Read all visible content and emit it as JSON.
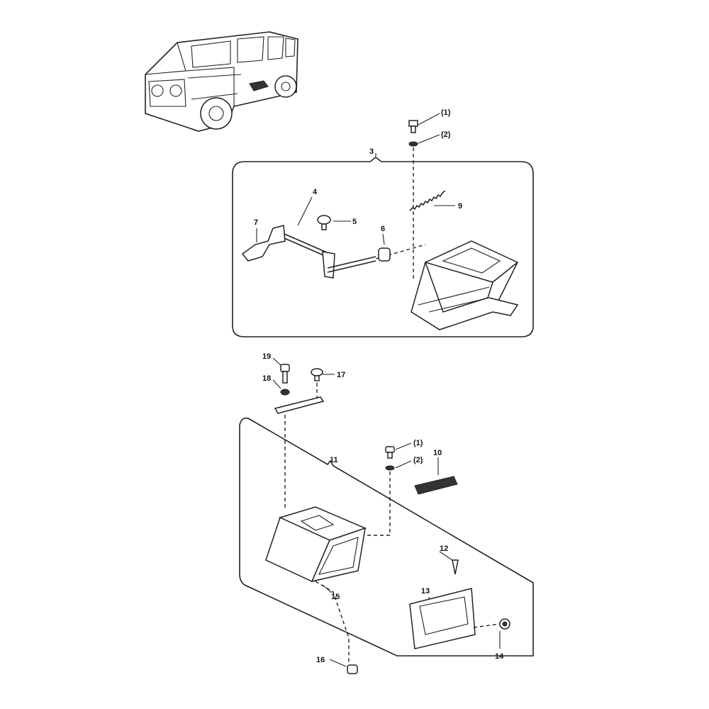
{
  "diagram": {
    "title": "Parts diagram - vehicle pedal and bracket assembly",
    "labels": {
      "p1_top": "(1)",
      "p2_top": "(2)",
      "p3": "3",
      "p4": "4",
      "p5": "5",
      "p6": "6",
      "p7": "7",
      "p9": "9",
      "p19": "19",
      "p18": "18",
      "p17": "17",
      "p11": "11",
      "p1_bottom": "(1)",
      "p2_bottom": "(2)",
      "p10": "10",
      "p12": "12",
      "p13": "13",
      "p15": "15",
      "p16": "16",
      "p14": "14"
    }
  }
}
